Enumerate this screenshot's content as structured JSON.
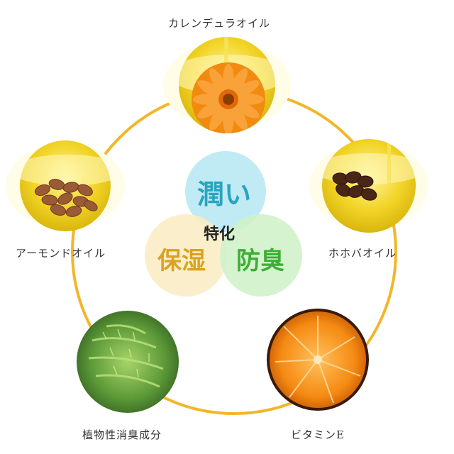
{
  "ingredients": {
    "top": "カレンデュラオイル",
    "right": "ホホバオイル",
    "bottom_right": "ビタミンE",
    "bottom_left": "植物性消臭成分",
    "left": "アーモンドオイル"
  },
  "center": {
    "word_top": "潤い",
    "word_left": "保湿",
    "word_right": "防臭",
    "word_middle": "特化"
  },
  "colors": {
    "ring": "#F2B62A",
    "circle_top": "#BDEAF3",
    "circle_left": "#FBEDC5",
    "circle_right": "#CFF2C9",
    "text_top": "#2AA4C0",
    "text_left": "#D9A323",
    "text_right": "#3DAE35"
  }
}
